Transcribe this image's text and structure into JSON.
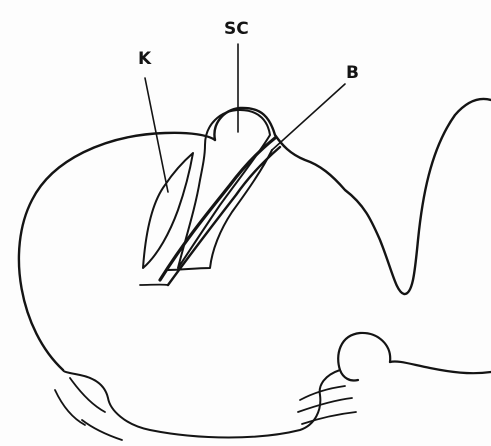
{
  "labels": {
    "k": "K",
    "sc": "SC",
    "b": "B"
  },
  "colors": {
    "ink": "#141414",
    "paper": "#fdfdfd"
  }
}
